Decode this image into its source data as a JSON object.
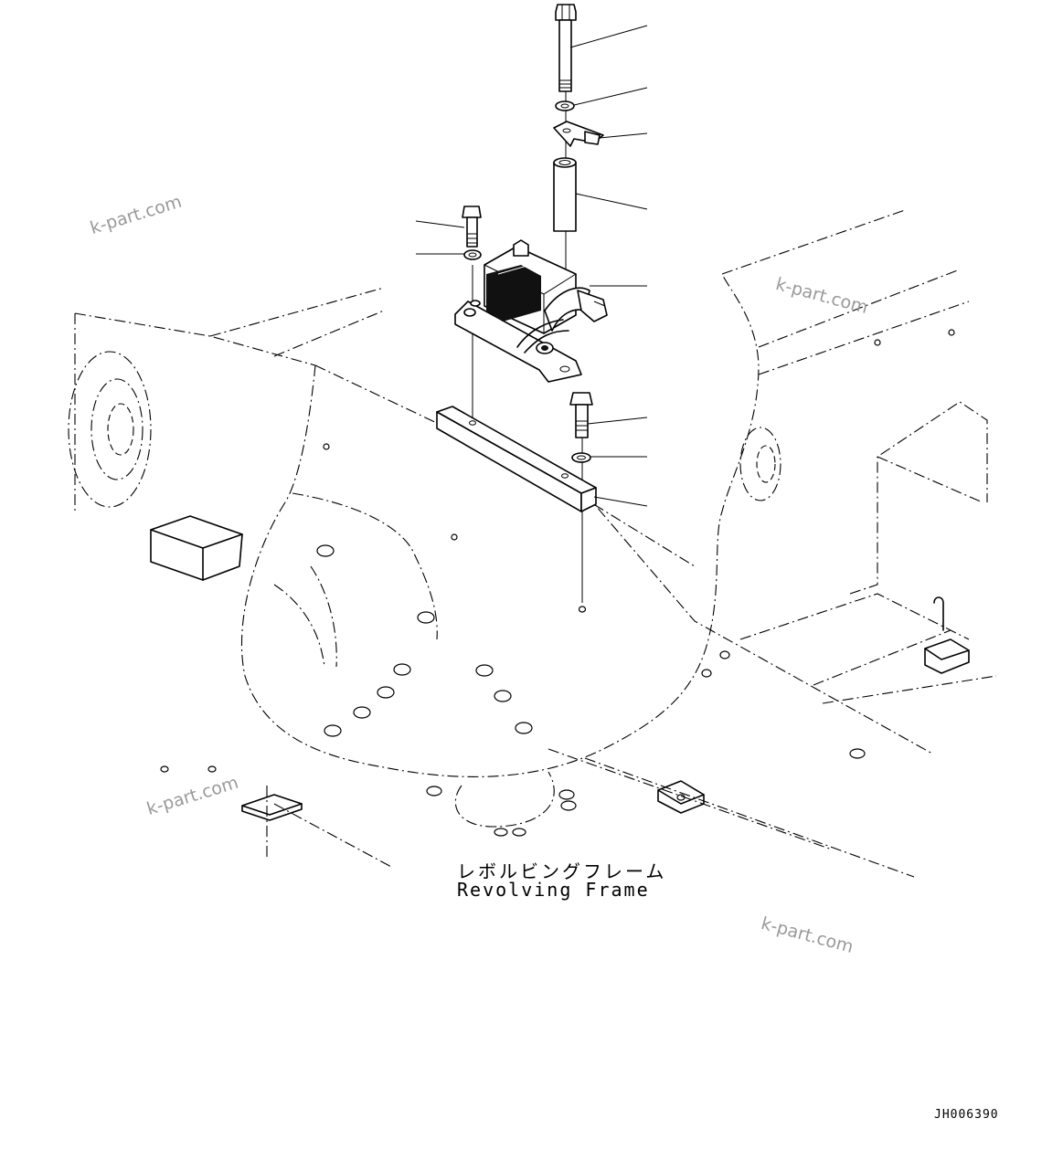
{
  "diagram": {
    "frame_label_ja": "レボルビングフレーム",
    "frame_label_en": "Revolving Frame",
    "drawing_code": "JH006390",
    "watermarks": [
      "k-part.com",
      "k-part.com",
      "k-part.com",
      "k-part.com"
    ]
  },
  "parts": [
    {
      "name": "long-bolt"
    },
    {
      "name": "spring-washer"
    },
    {
      "name": "ground-terminal-plate"
    },
    {
      "name": "spacer-tube"
    },
    {
      "name": "electrical-component"
    },
    {
      "name": "small-bolt"
    },
    {
      "name": "small-washer"
    },
    {
      "name": "mounting-bolt"
    },
    {
      "name": "mounting-washer"
    },
    {
      "name": "mounting-bar"
    }
  ]
}
